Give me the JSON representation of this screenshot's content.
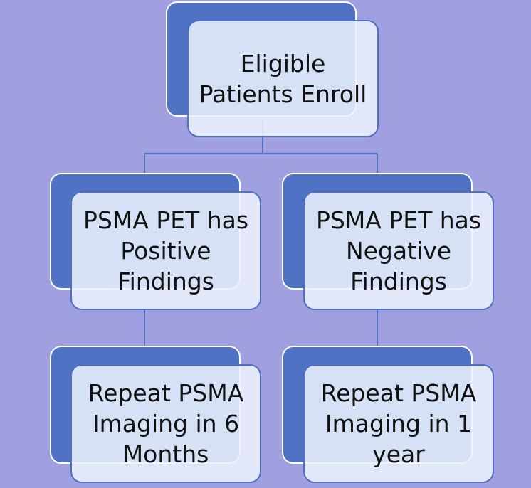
{
  "nodes": {
    "root": {
      "label": "Eligible\nPatients Enroll"
    },
    "positive": {
      "label": "PSMA PET has\nPositive\nFindings"
    },
    "negative": {
      "label": "PSMA PET has\nNegative\nFindings"
    },
    "repeat_6_months": {
      "label": "Repeat PSMA\nImaging in 6\nMonths"
    },
    "repeat_1_year": {
      "label": "Repeat PSMA\nImaging in 1\nyear"
    }
  },
  "colors": {
    "background": "#a0a0e0",
    "node_back": "#4f72c4",
    "node_front": "#ebf0fc",
    "connector": "#4f6fc0"
  }
}
